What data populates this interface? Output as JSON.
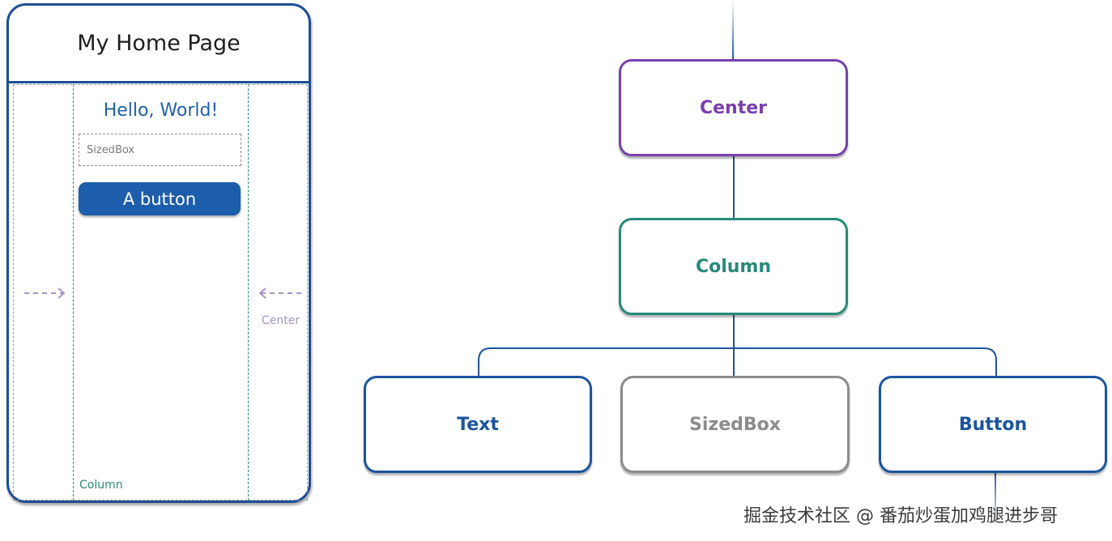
{
  "phone": {
    "title": "My Home Page",
    "hello_text": "Hello, World!",
    "sizedbox_label": "SizedBox",
    "button_label": "A button",
    "center_label": "Center",
    "column_label": "Column"
  },
  "tree": {
    "center": "Center",
    "column": "Column",
    "children": {
      "text": "Text",
      "sizedbox": "SizedBox",
      "button": "Button"
    }
  },
  "colors": {
    "frame_blue": "#1b4f93",
    "center_purple": "#7a3fb2",
    "column_teal": "#268a7a",
    "sizedbox_gray": "#8c8c8c",
    "button_blue": "#1c5eab"
  },
  "watermark": "掘金技术社区 @ 番茄炒蛋加鸡腿进步哥"
}
